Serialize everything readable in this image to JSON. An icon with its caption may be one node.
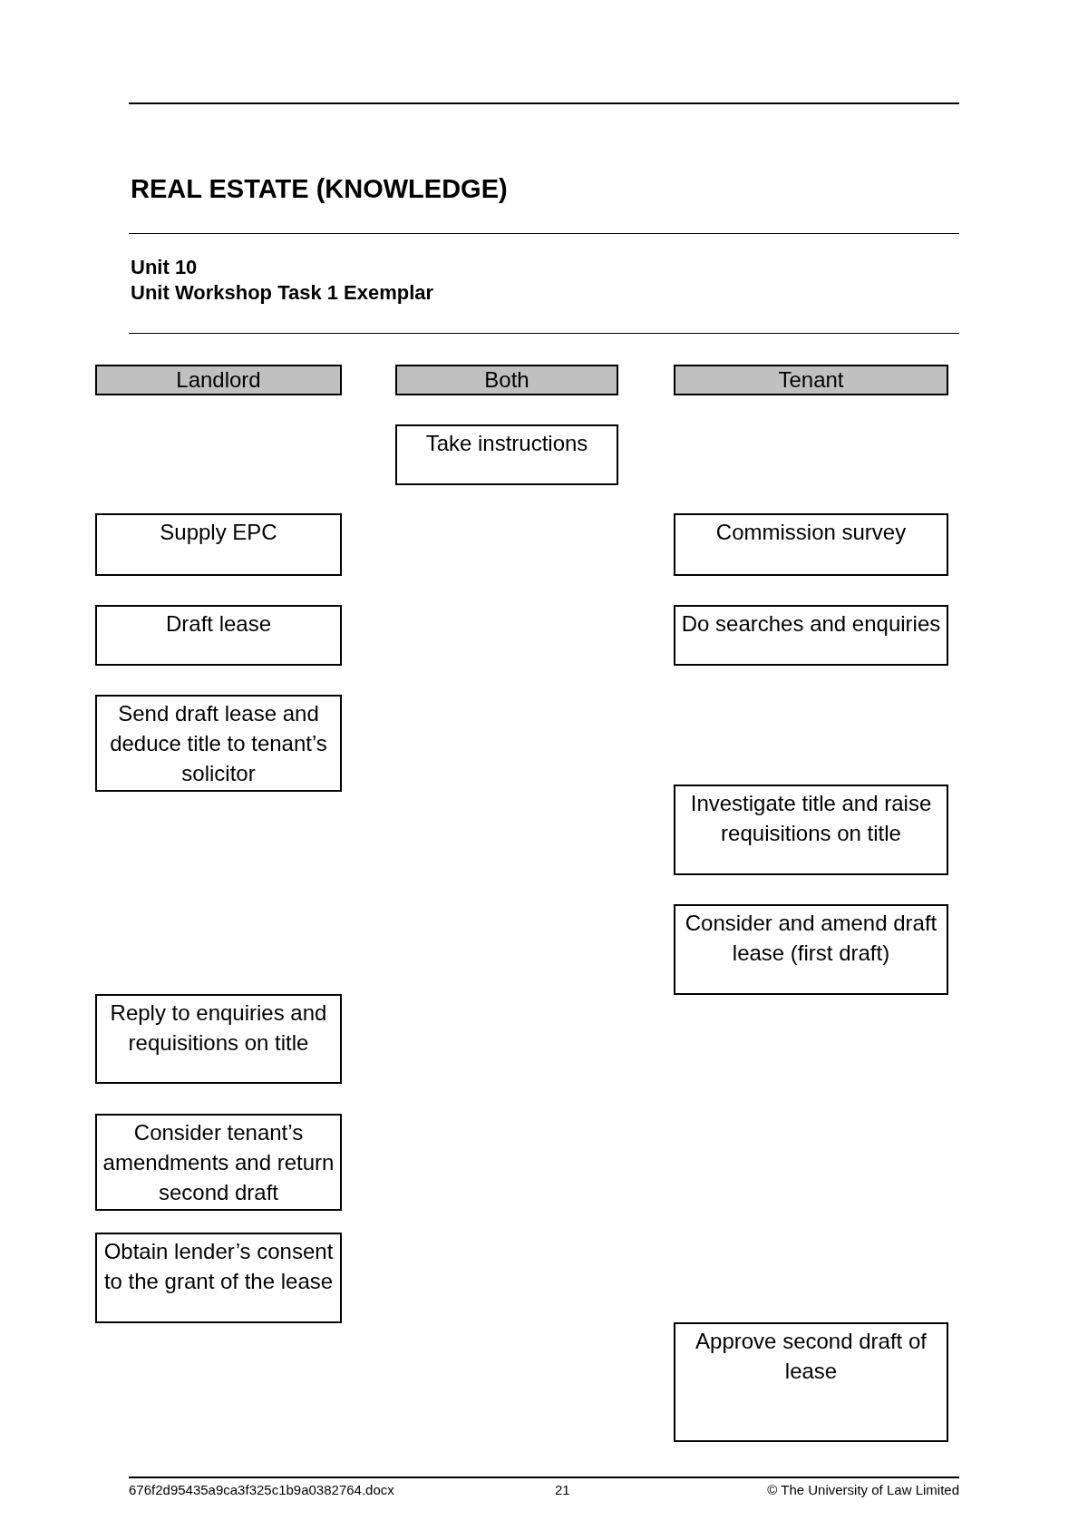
{
  "diagram": {
    "title": "REAL ESTATE (KNOWLEDGE)",
    "nodes": [
      {
        "text": [
          "Landlord"
        ]
      },
      {
        "text": [
          "Both"
        ]
      },
      {
        "text": [
          "Tenant"
        ]
      },
      {
        "text": [
          "Take instructions"
        ]
      },
      {
        "text": [
          "Supply EPC"
        ]
      },
      {
        "text": [
          "Commission survey"
        ]
      },
      {
        "text": [
          "Draft lease"
        ]
      },
      {
        "text": [
          "Do searches and enquiries"
        ]
      },
      {
        "text": [
          "Send draft lease and deduce title to tenant’s solicitor"
        ]
      },
      {
        "text": [
          "Investigate title and raise requisitions on title"
        ]
      },
      {
        "text": [
          "Consider and amend draft lease (first draft)"
        ]
      },
      {
        "text": [
          "Reply to enquiries and requisitions on title"
        ]
      },
      {
        "text": [
          "Consider tenant’s amendments and return second draft"
        ]
      },
      {
        "text": [
          "Obtain lender’s consent to the grant of the lease"
        ]
      },
      {
        "text": [
          "Approve second draft of lease"
        ]
      }
    ],
    "labels": [
      "Unit 10",
      "Unit Workshop Task 1 Exemplar",
      "676f2d95435a9ca3f325c1b9a0382764.docx",
      "21",
      "© The University of Law Limited"
    ]
  }
}
